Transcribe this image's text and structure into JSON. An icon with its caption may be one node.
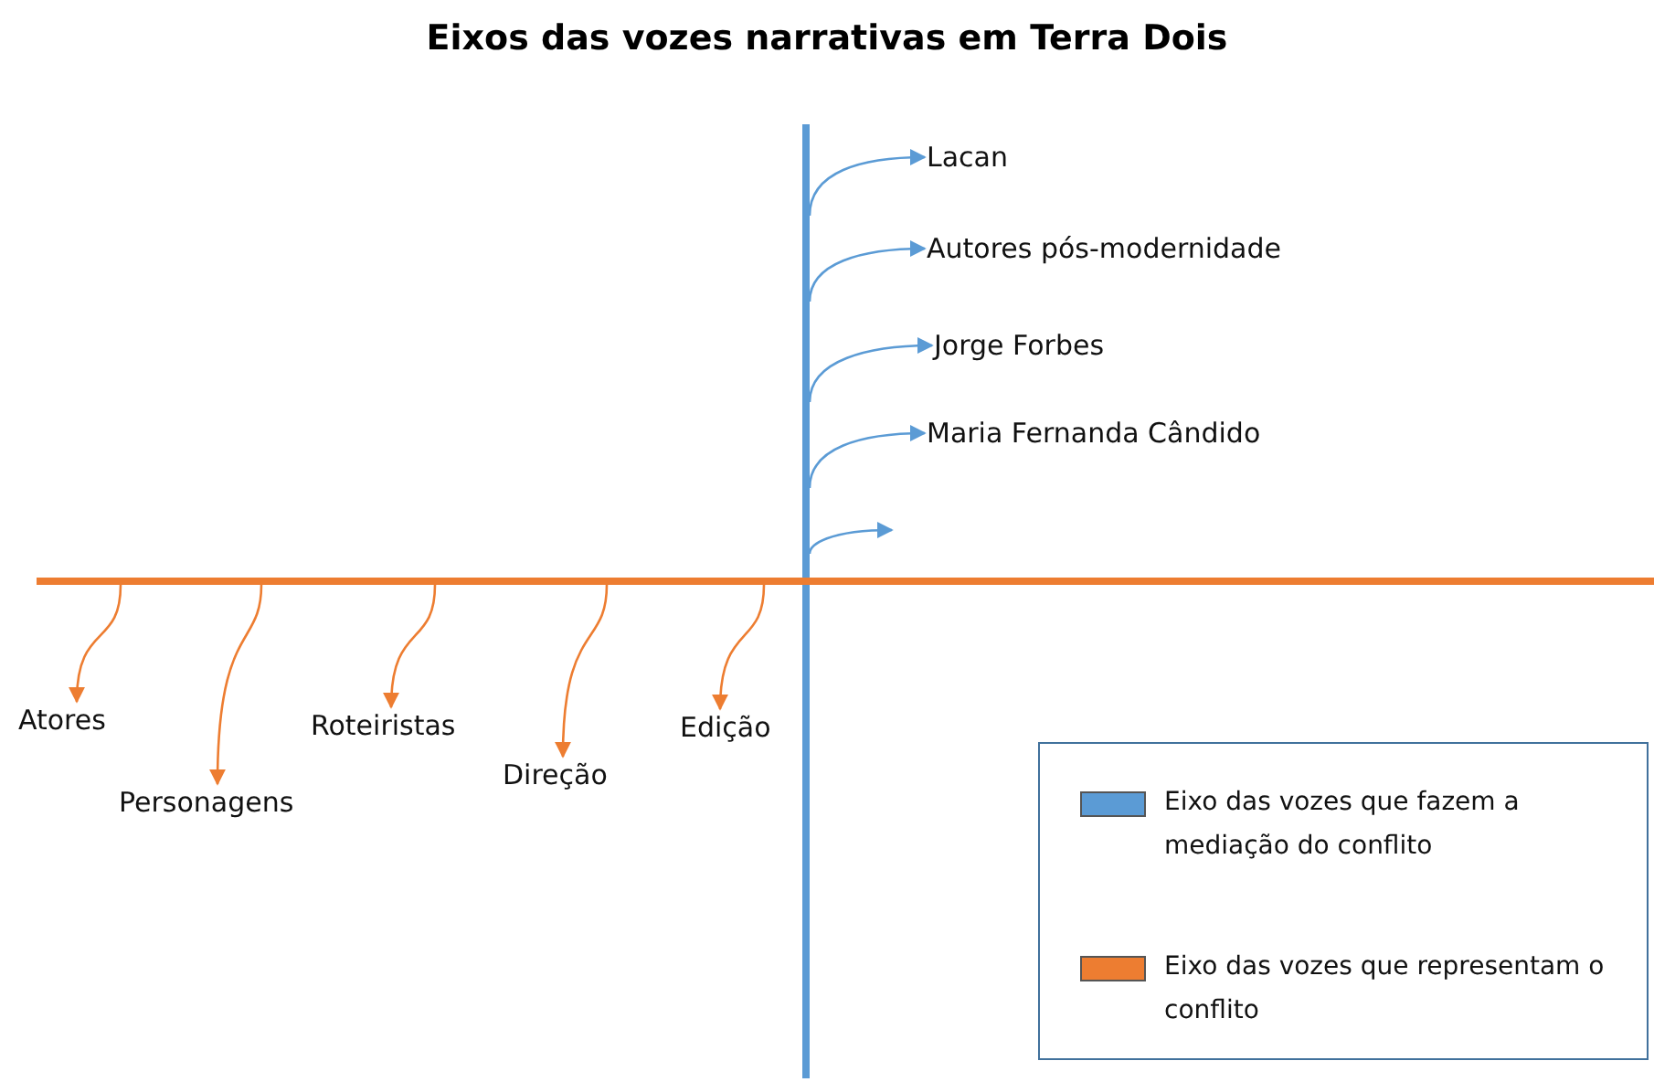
{
  "diagram": {
    "title": "Eixos das vozes narrativas em Terra Dois",
    "nodes": [
      {
        "text": [],
        "shape": "bar"
      },
      {
        "text": [],
        "shape": "bar"
      },
      {
        "text": [
          "Lacan"
        ]
      },
      {
        "text": [
          "Autores pós-modernidade"
        ]
      },
      {
        "text": [
          "Jorge Forbes"
        ]
      },
      {
        "text": [
          "Maria Fernanda Cândido"
        ]
      },
      {
        "text": [
          "Atores"
        ]
      },
      {
        "text": [
          "Personagens"
        ]
      },
      {
        "text": [
          "Roteiristas"
        ]
      },
      {
        "text": [
          "Direção"
        ]
      },
      {
        "text": [
          "Edição"
        ]
      }
    ],
    "edges": [
      {
        "from": 0,
        "to": 2,
        "arrow": "to",
        "color": "#5b9bd5"
      },
      {
        "from": 0,
        "to": 3,
        "arrow": "to",
        "color": "#5b9bd5"
      },
      {
        "from": 0,
        "to": 4,
        "arrow": "to",
        "color": "#5b9bd5"
      },
      {
        "from": 0,
        "to": 5,
        "arrow": "to",
        "color": "#5b9bd5"
      },
      {
        "from": 0,
        "to": null,
        "arrow": "to",
        "color": "#5b9bd5"
      },
      {
        "from": 1,
        "to": 6,
        "arrow": "to",
        "color": "#ed7d31"
      },
      {
        "from": 1,
        "to": 7,
        "arrow": "to",
        "color": "#ed7d31"
      },
      {
        "from": 1,
        "to": 8,
        "arrow": "to",
        "color": "#ed7d31"
      },
      {
        "from": 1,
        "to": 9,
        "arrow": "to",
        "color": "#ed7d31"
      },
      {
        "from": 1,
        "to": 10,
        "arrow": "to",
        "color": "#ed7d31"
      }
    ],
    "legend": [
      {
        "text": "Eixo das vozes que fazem a mediação do conflito",
        "color": "#5b9bd5"
      },
      {
        "text": "Eixo das vozes que representam o conflito",
        "color": "#ed7d31"
      }
    ]
  }
}
